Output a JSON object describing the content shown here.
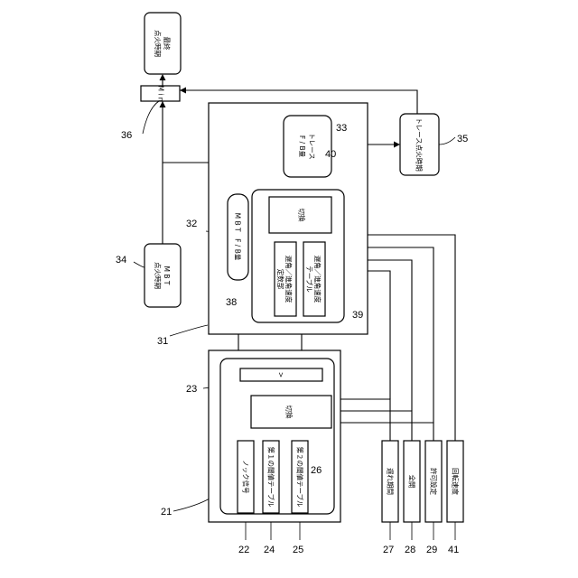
{
  "blocks": {
    "final_ignition": {
      "line1": "最終",
      "line2": "点火時期"
    },
    "min_selector": {
      "text": "M i n"
    },
    "trace_fb": {
      "line1": "トレース",
      "line2": "F / B量"
    },
    "trace_ignition": {
      "text": "トレース点火時期"
    },
    "mbt_fb": {
      "text": "M B T　F / B量"
    },
    "mbt_ignition": {
      "line1": "M B T",
      "line2": "点火時期"
    },
    "switch_upper": {
      "text": "切換"
    },
    "retard_advance_const": {
      "line1": "遅角／進角速度",
      "line2": "定数部"
    },
    "retard_advance_table": {
      "line1": "遅角／進角速度",
      "line2": "テーブル"
    },
    "comparator": {
      "text": ">"
    },
    "switch_lower": {
      "text": "切換"
    },
    "knock_signal": {
      "text": "ノック信号"
    },
    "threshold_table_1": {
      "text": "第１の閾値テーブル"
    },
    "threshold_table_2": {
      "text": "第２の閾値テーブル"
    },
    "delay_period": {
      "text": "遅れ期間"
    },
    "full_open": {
      "text": "全開"
    },
    "permission_setting": {
      "text": "許可設定"
    },
    "rotation_speed": {
      "text": "回転速度"
    }
  },
  "refs": {
    "r21": "21",
    "r22": "22",
    "r23": "23",
    "r24": "24",
    "r25": "25",
    "r26": "26",
    "r27": "27",
    "r28": "28",
    "r29": "29",
    "r31": "31",
    "r32": "32",
    "r33": "33",
    "r34": "34",
    "r35": "35",
    "r36": "36",
    "r38": "38",
    "r39": "39",
    "r40": "40",
    "r41": "41"
  }
}
